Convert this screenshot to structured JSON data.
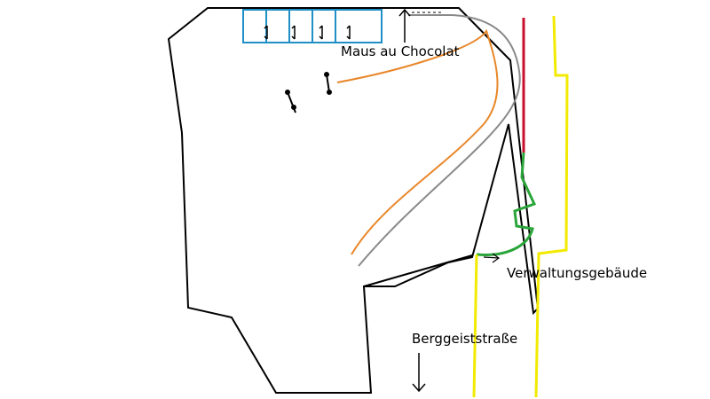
{
  "labels": {
    "cafe": "Maus au Chocolat",
    "admin_building": "Verwaltungsgebäude",
    "street": "Berggeiststraße"
  },
  "colors": {
    "outline": "#000000",
    "tables": "#1f8fc6",
    "orange_path": "#e8872a",
    "gray_path": "#8a8a8a",
    "red_line": "#c8102e",
    "green_line": "#2aa53a",
    "yellow_lines": "#f2ea00"
  },
  "icons": [
    "arrow-up-icon",
    "arrow-down-icon",
    "arrow-right-icon"
  ]
}
